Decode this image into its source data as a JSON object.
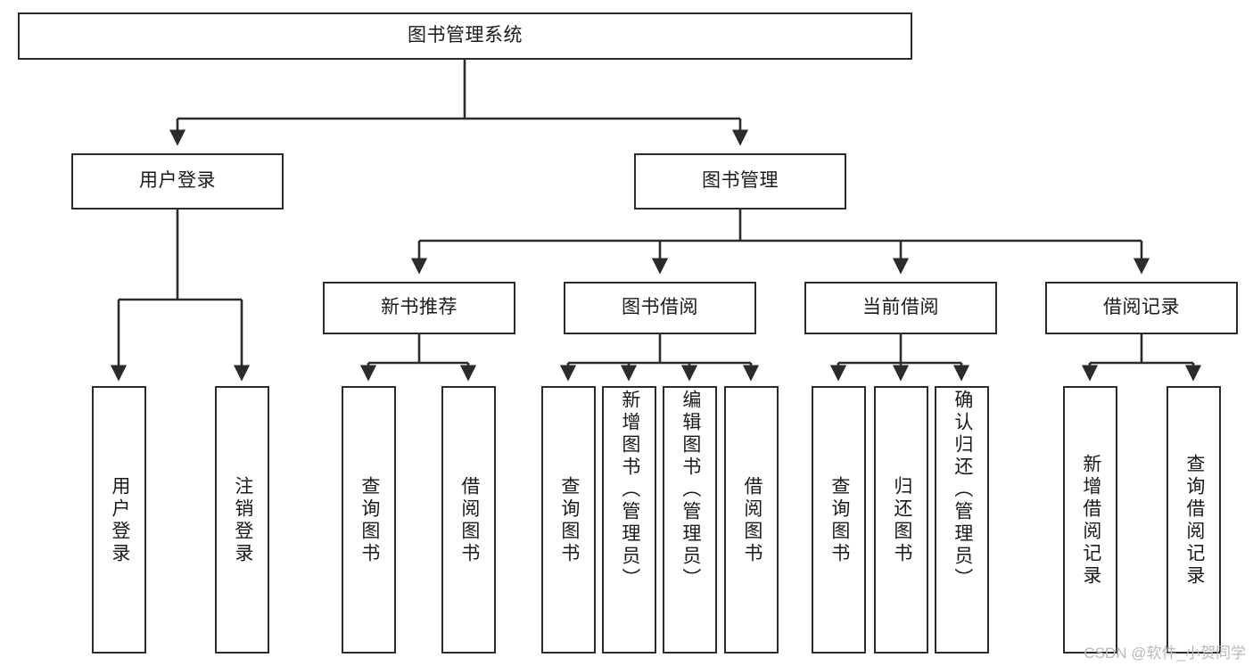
{
  "diagram": {
    "title": "图书管理系统",
    "type": "hierarchy-tree",
    "watermark": "CSDN @软件_小贺同学",
    "colors": {
      "box_border": "#2b2b2b",
      "box_fill": "#ffffff",
      "connector": "#2b2b2b",
      "text": "#1a1a1a",
      "watermark": "#b9b9b9"
    },
    "levels": {
      "level1": [
        {
          "id": "root",
          "label": "图书管理系统"
        }
      ],
      "level2": [
        {
          "id": "user-login",
          "label": "用户登录"
        },
        {
          "id": "book-manage",
          "label": "图书管理"
        }
      ],
      "level3": [
        {
          "id": "new-book-rec",
          "label": "新书推荐"
        },
        {
          "id": "book-borrow",
          "label": "图书借阅"
        },
        {
          "id": "current-borrow",
          "label": "当前借阅"
        },
        {
          "id": "borrow-record",
          "label": "借阅记录"
        }
      ],
      "level4": [
        {
          "id": "leaf-user-login",
          "label": "用户登录",
          "parent": "user-login"
        },
        {
          "id": "leaf-logout",
          "label": "注销登录",
          "parent": "user-login"
        },
        {
          "id": "leaf-query-book-1",
          "label": "查询图书",
          "parent": "new-book-rec"
        },
        {
          "id": "leaf-borrow-book-1",
          "label": "借阅图书",
          "parent": "new-book-rec"
        },
        {
          "id": "leaf-query-book-2",
          "label": "查询图书",
          "parent": "book-borrow"
        },
        {
          "id": "leaf-add-book",
          "label": "新增图书（管理员）",
          "parent": "book-borrow"
        },
        {
          "id": "leaf-edit-book",
          "label": "编辑图书（管理员）",
          "parent": "book-borrow"
        },
        {
          "id": "leaf-borrow-book-2",
          "label": "借阅图书",
          "parent": "book-borrow"
        },
        {
          "id": "leaf-query-book-3",
          "label": "查询图书",
          "parent": "current-borrow"
        },
        {
          "id": "leaf-return-book",
          "label": "归还图书",
          "parent": "current-borrow"
        },
        {
          "id": "leaf-confirm-return",
          "label": "确认归还（管理员）",
          "parent": "current-borrow"
        },
        {
          "id": "leaf-add-record",
          "label": "新增借阅记录",
          "parent": "borrow-record"
        },
        {
          "id": "leaf-query-record",
          "label": "查询借阅记录",
          "parent": "borrow-record"
        }
      ]
    }
  }
}
